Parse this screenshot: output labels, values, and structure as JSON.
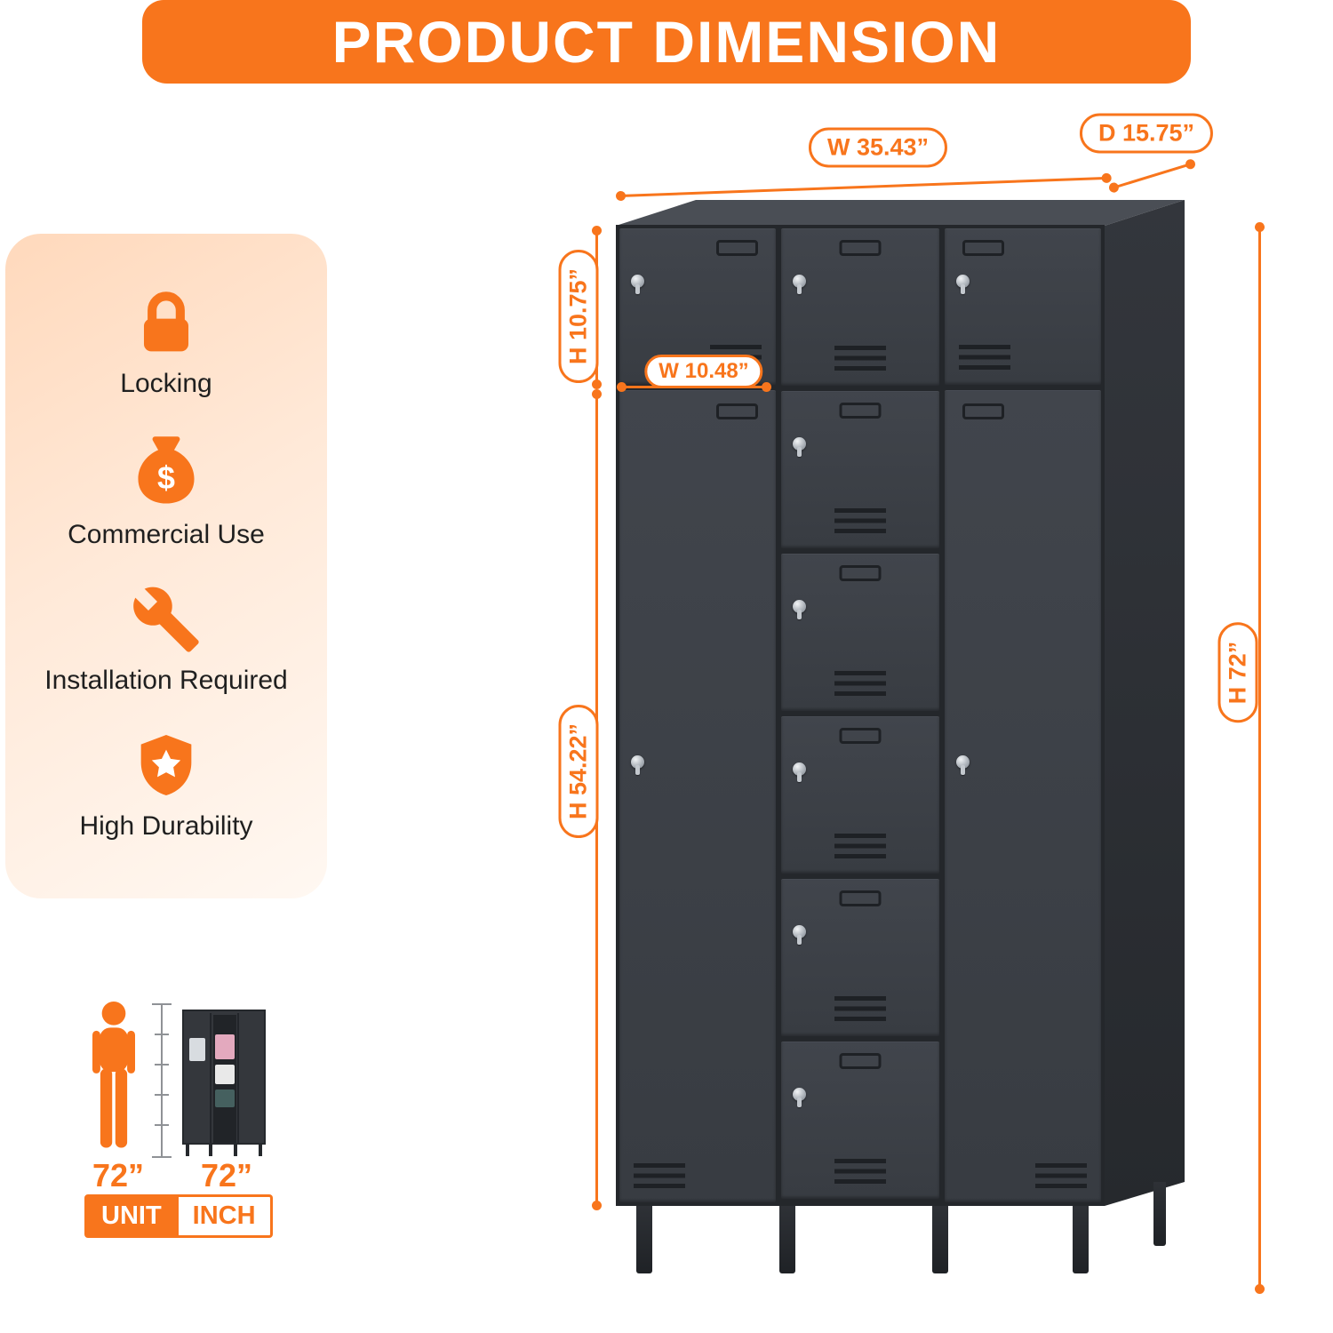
{
  "header": {
    "title": "PRODUCT DIMENSION"
  },
  "features": [
    {
      "icon": "lock-icon",
      "label": "Locking"
    },
    {
      "icon": "money-bag-icon",
      "label": "Commercial Use",
      "symbol": "$"
    },
    {
      "icon": "wrench-icon",
      "label": "Installation Required"
    },
    {
      "icon": "shield-star-icon",
      "label": "High Durability"
    }
  ],
  "dimensions": {
    "width": "W 35.43”",
    "depth": "D 15.75”",
    "top_door_height": "H 10.75”",
    "door_width": "W 10.48”",
    "tall_door_height": "H 54.22”",
    "overall_height": "H 72”"
  },
  "scale_reference": {
    "person_height": "72”",
    "locker_height": "72”",
    "unit_label": "UNIT",
    "unit_value": "INCH"
  },
  "colors": {
    "accent": "#F8751C",
    "locker_front": "#3B3F45",
    "locker_side": "#2C2F34",
    "locker_top": "#4A4E55",
    "panel_background": "#FFE3CC"
  }
}
